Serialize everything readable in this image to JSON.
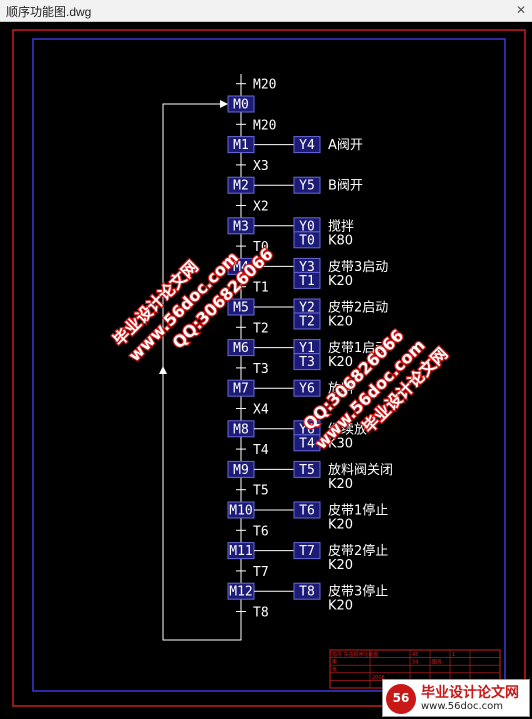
{
  "window": {
    "title": "顺序功能图.dwg"
  },
  "colors": {
    "background": "#000000",
    "outer_frame": "#c81e1e",
    "inner_frame": "#3a3ad8",
    "step_box": "#1c1c78",
    "step_border": "#6a6ad8",
    "line": "#ffffff",
    "watermark_stroke": "#d21414",
    "title_block": "#d02020"
  },
  "diagram": {
    "entry_transition": "M20",
    "steps": [
      {
        "id": "M0",
        "outputs": []
      },
      {
        "id": "M1",
        "outputs": [
          {
            "coil": "Y4",
            "desc": "A阀开"
          }
        ]
      },
      {
        "id": "M2",
        "outputs": [
          {
            "coil": "Y5",
            "desc": "B阀开"
          }
        ]
      },
      {
        "id": "M3",
        "outputs": [
          {
            "coil": "Y0",
            "desc": "搅拌"
          },
          {
            "coil": "T0",
            "desc": "K80"
          }
        ]
      },
      {
        "id": "M4",
        "outputs": [
          {
            "coil": "Y3",
            "desc": "皮带3启动"
          },
          {
            "coil": "T1",
            "desc": "K20"
          }
        ]
      },
      {
        "id": "M5",
        "outputs": [
          {
            "coil": "Y2",
            "desc": "皮带2启动"
          },
          {
            "coil": "T2",
            "desc": "K20"
          }
        ]
      },
      {
        "id": "M6",
        "outputs": [
          {
            "coil": "Y1",
            "desc": "皮带1启动"
          },
          {
            "coil": "T3",
            "desc": "K20"
          }
        ]
      },
      {
        "id": "M7",
        "outputs": [
          {
            "coil": "Y6",
            "desc": "放料"
          }
        ]
      },
      {
        "id": "M8",
        "outputs": [
          {
            "coil": "Y6",
            "desc": "继续放"
          },
          {
            "coil": "T4",
            "desc": "K30"
          }
        ]
      },
      {
        "id": "M9",
        "outputs": [
          {
            "coil": "T5",
            "desc": "放料阀关闭"
          },
          {
            "coil": "",
            "desc": "K20"
          }
        ]
      },
      {
        "id": "M10",
        "outputs": [
          {
            "coil": "T6",
            "desc": "皮带1停止"
          },
          {
            "coil": "",
            "desc": "K20"
          }
        ]
      },
      {
        "id": "M11",
        "outputs": [
          {
            "coil": "T7",
            "desc": "皮带2停止"
          },
          {
            "coil": "",
            "desc": "K20"
          }
        ]
      },
      {
        "id": "M12",
        "outputs": [
          {
            "coil": "T8",
            "desc": "皮带3停止"
          },
          {
            "coil": "",
            "desc": "K20"
          }
        ]
      }
    ],
    "transitions": [
      "M20",
      "X3",
      "X2",
      "T0",
      "T1",
      "T2",
      "T3",
      "X4",
      "T4",
      "T5",
      "T6",
      "T7",
      "T8"
    ]
  },
  "title_block": {
    "cells": [
      "指导 东岳顺序功能图",
      "45",
      "1",
      "审",
      "34",
      "图号",
      "批",
      "2006"
    ]
  },
  "watermarks": [
    {
      "line1": "毕业设计论文网",
      "line2": "www.56doc.com",
      "line3": "QQ:306826066"
    },
    {
      "line1": "毕业设计论文网",
      "line2": "www.56doc.com",
      "line3": "QQ:306826066"
    }
  ],
  "logo": {
    "mark": "56",
    "name": "毕业设计论文网",
    "url": "www.56doc.com"
  }
}
